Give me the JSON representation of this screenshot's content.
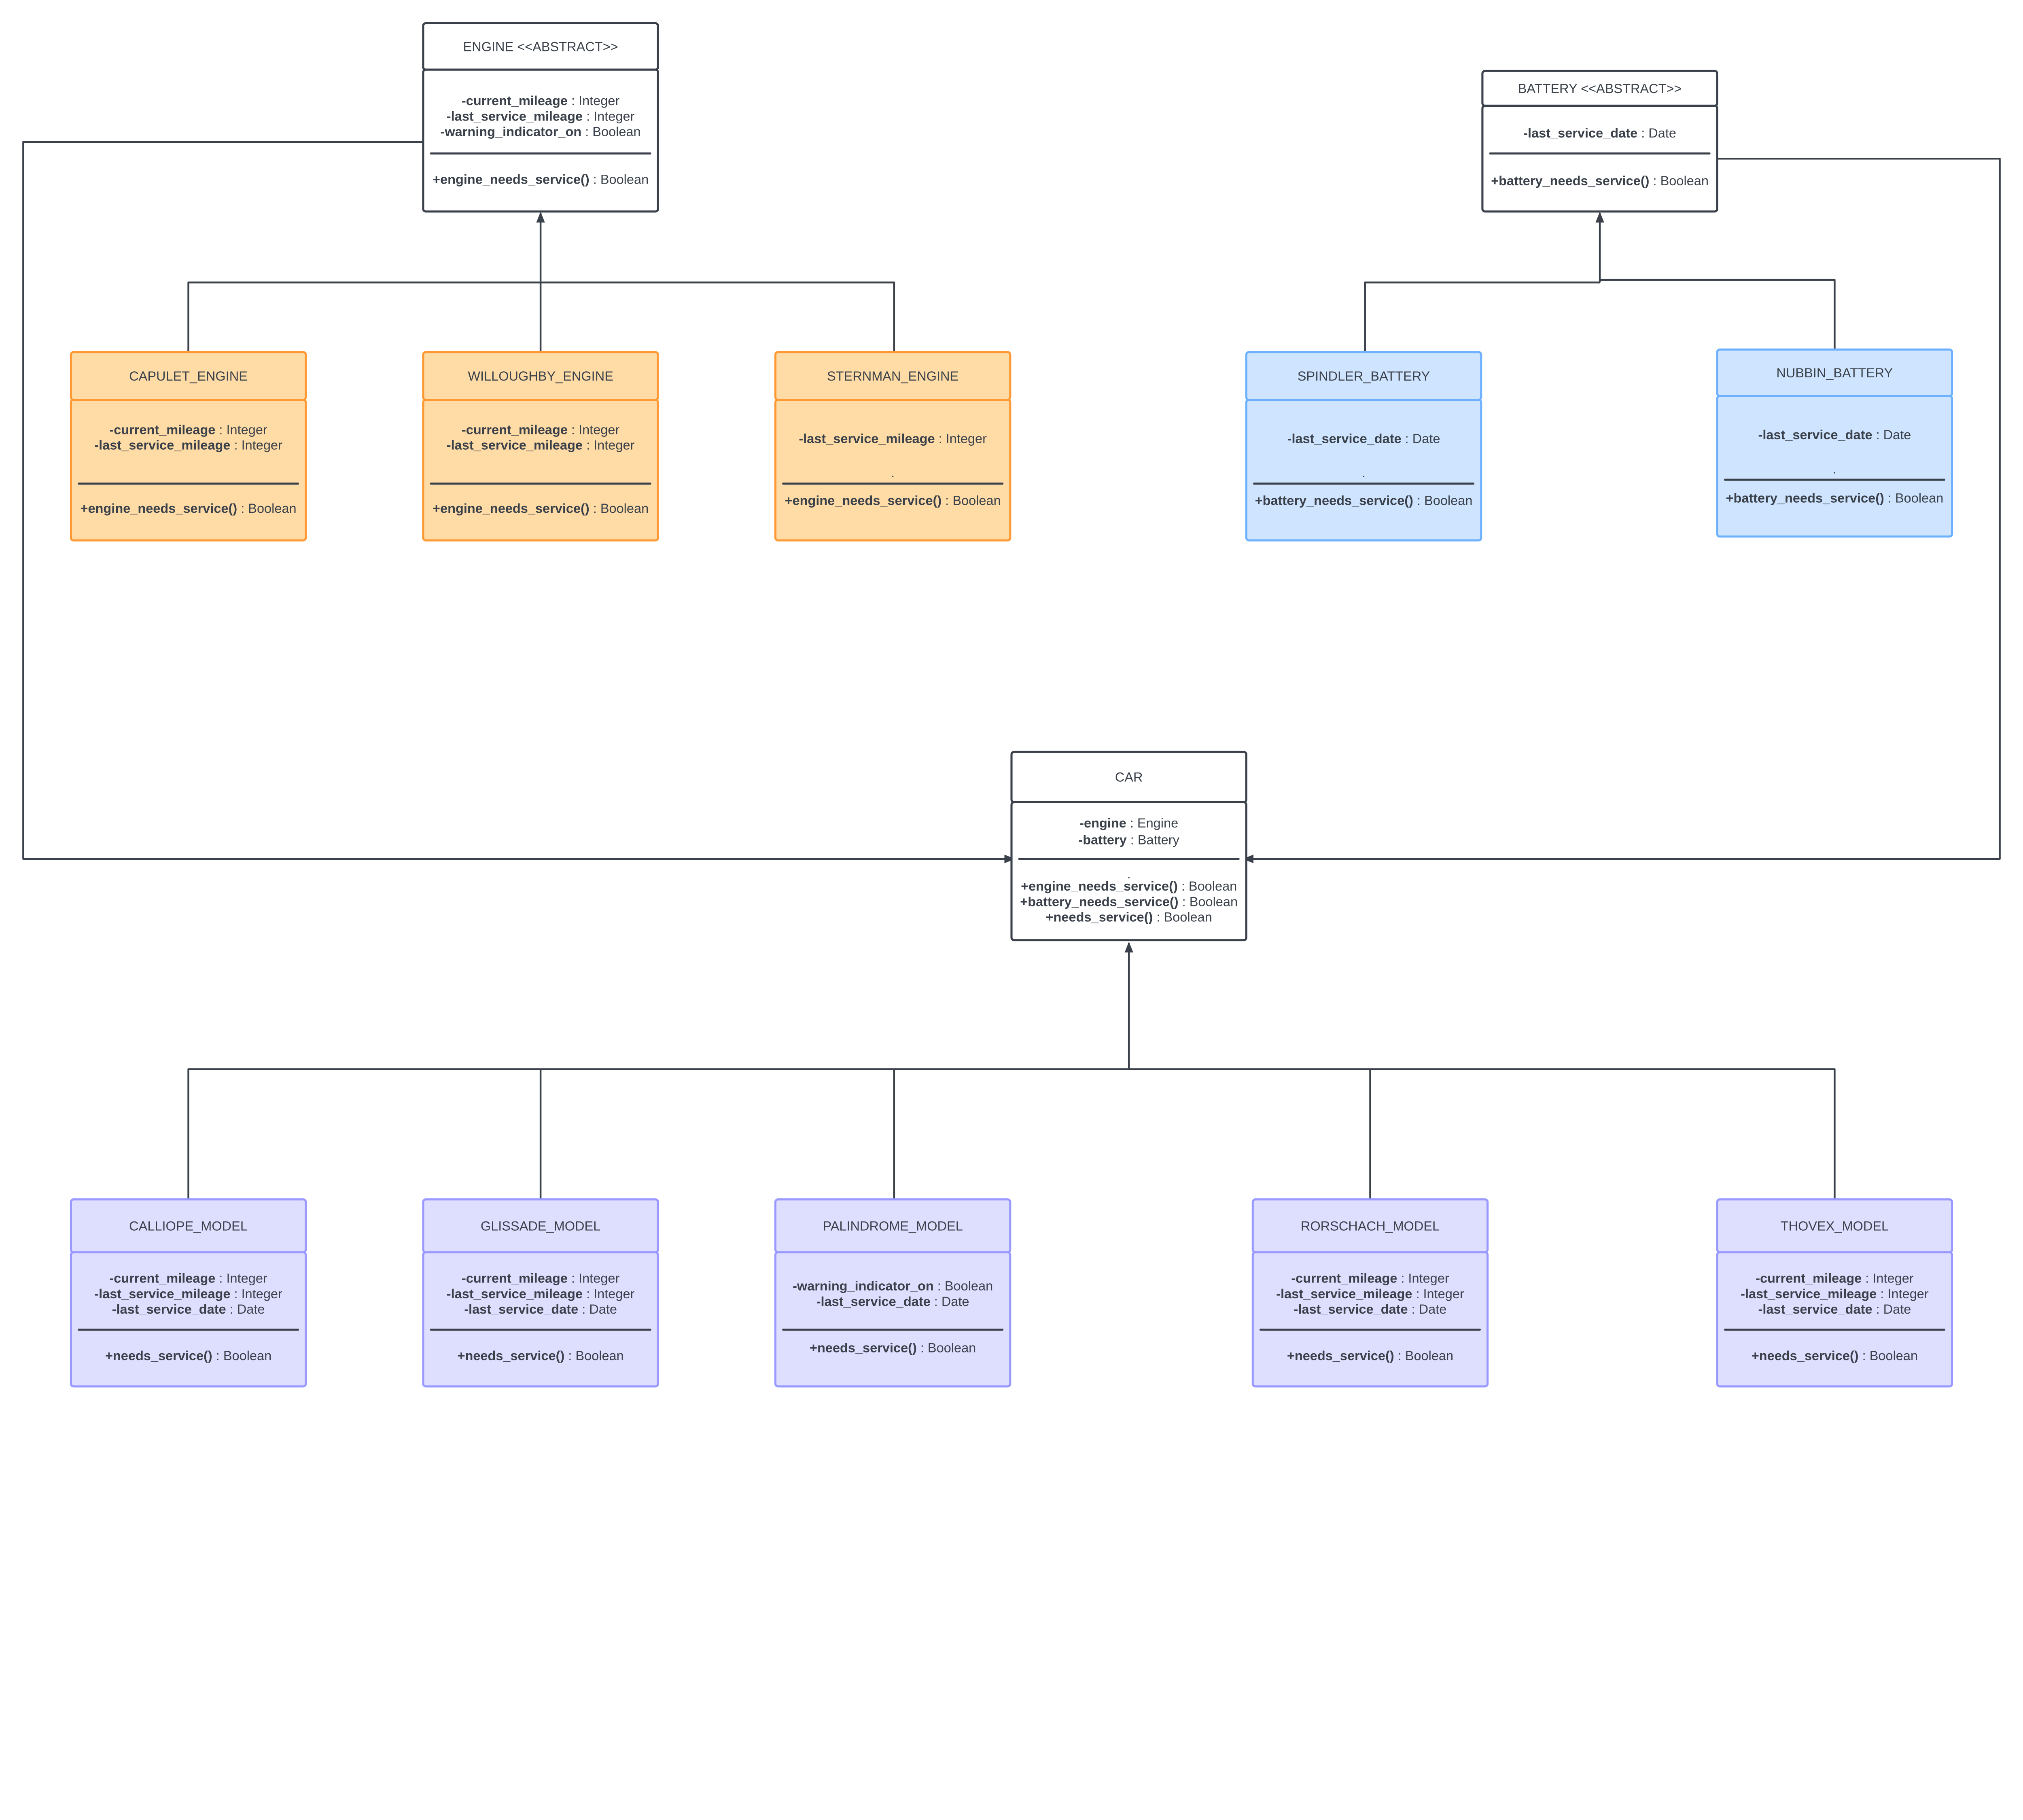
{
  "colors": {
    "text": "#3a414a",
    "abstract": {
      "fill": "#ffffff",
      "stroke": "#3a414a"
    },
    "engine": {
      "fill": "#ffdba6",
      "stroke": "#ff9933"
    },
    "battery": {
      "fill": "#cfe4ff",
      "stroke": "#6db1ff"
    },
    "model": {
      "fill": "#dedeff",
      "stroke": "#9999ff"
    }
  },
  "classes": [
    {
      "id": "engine",
      "title": "ENGINE <<ABSTRACT>>",
      "style": "abstract",
      "attributes": [
        {
          "name": "-current_mileage",
          "type": " : Integer"
        },
        {
          "name": "-last_service_mileage",
          "type": " : Integer"
        },
        {
          "name": "-warning_indicator_on",
          "type": " : Boolean"
        }
      ],
      "methods": [
        {
          "name": "+engine_needs_service()",
          "type": " : Boolean"
        }
      ]
    },
    {
      "id": "battery",
      "title": "BATTERY <<ABSTRACT>>",
      "style": "abstract",
      "attributes": [
        {
          "name": "-last_service_date",
          "type": " : Date"
        }
      ],
      "methods": [
        {
          "name": "+battery_needs_service()",
          "type": " : Boolean"
        }
      ]
    },
    {
      "id": "capulet-engine",
      "title": "CAPULET_ENGINE",
      "style": "engine",
      "attributes": [
        {
          "name": "-current_mileage",
          "type": " : Integer"
        },
        {
          "name": "-last_service_mileage",
          "type": " : Integer"
        }
      ],
      "methods": [
        {
          "name": "+engine_needs_service()",
          "type": " : Boolean"
        }
      ]
    },
    {
      "id": "willoughby-engine",
      "title": "WILLOUGHBY_ENGINE",
      "style": "engine",
      "attributes": [
        {
          "name": "-current_mileage",
          "type": " : Integer"
        },
        {
          "name": "-last_service_mileage",
          "type": " : Integer"
        }
      ],
      "methods": [
        {
          "name": "+engine_needs_service()",
          "type": " : Boolean"
        }
      ]
    },
    {
      "id": "sternman-engine",
      "title": "STERNMAN_ENGINE",
      "style": "engine",
      "attributes": [
        {
          "name": "-last_service_mileage",
          "type": " : Integer"
        }
      ],
      "dot": ".",
      "methods": [
        {
          "name": "+engine_needs_service()",
          "type": " : Boolean"
        }
      ]
    },
    {
      "id": "spindler-battery",
      "title": "SPINDLER_BATTERY",
      "style": "battery",
      "attributes": [
        {
          "name": "-last_service_date",
          "type": " : Date"
        }
      ],
      "dot": ".",
      "methods": [
        {
          "name": "+battery_needs_service()",
          "type": " : Boolean"
        }
      ]
    },
    {
      "id": "nubbin-battery",
      "title": "NUBBIN_BATTERY",
      "style": "battery",
      "attributes": [
        {
          "name": "-last_service_date",
          "type": " : Date"
        }
      ],
      "dot": ".",
      "methods": [
        {
          "name": "+battery_needs_service()",
          "type": " : Boolean"
        }
      ]
    },
    {
      "id": "car",
      "title": "CAR",
      "style": "abstract",
      "attributes": [
        {
          "name": "-engine",
          "type": " : Engine"
        },
        {
          "name": "-battery",
          "type": " : Battery"
        }
      ],
      "dot": ".",
      "methods": [
        {
          "name": "+engine_needs_service()",
          "type": " : Boolean"
        },
        {
          "name": "+battery_needs_service()",
          "type": " : Boolean"
        },
        {
          "name": "+needs_service()",
          "type": " : Boolean"
        }
      ]
    },
    {
      "id": "calliope-model",
      "title": "CALLIOPE_MODEL",
      "style": "model",
      "attributes": [
        {
          "name": "-current_mileage",
          "type": " : Integer"
        },
        {
          "name": "-last_service_mileage",
          "type": " : Integer"
        },
        {
          "name": "-last_service_date",
          "type": " : Date"
        }
      ],
      "methods": [
        {
          "name": "+needs_service()",
          "type": " : Boolean"
        }
      ]
    },
    {
      "id": "glissade-model",
      "title": "GLISSADE_MODEL",
      "style": "model",
      "attributes": [
        {
          "name": "-current_mileage",
          "type": " : Integer"
        },
        {
          "name": "-last_service_mileage",
          "type": " : Integer"
        },
        {
          "name": "-last_service_date",
          "type": " : Date"
        }
      ],
      "methods": [
        {
          "name": "+needs_service()",
          "type": " : Boolean"
        }
      ]
    },
    {
      "id": "palindrome-model",
      "title": "PALINDROME_MODEL",
      "style": "model",
      "attributes": [
        {
          "name": "-warning_indicator_on",
          "type": " : Boolean"
        },
        {
          "name": "-last_service_date",
          "type": " : Date"
        }
      ],
      "methods": [
        {
          "name": "+needs_service()",
          "type": " : Boolean"
        }
      ]
    },
    {
      "id": "rorschach-model",
      "title": "RORSCHACH_MODEL",
      "style": "model",
      "attributes": [
        {
          "name": "-current_mileage",
          "type": " : Integer"
        },
        {
          "name": "-last_service_mileage",
          "type": " : Integer"
        },
        {
          "name": "-last_service_date",
          "type": " : Date"
        }
      ],
      "methods": [
        {
          "name": "+needs_service()",
          "type": " : Boolean"
        }
      ]
    },
    {
      "id": "thovex-model",
      "title": "THOVEX_MODEL",
      "style": "model",
      "attributes": [
        {
          "name": "-current_mileage",
          "type": " : Integer"
        },
        {
          "name": "-last_service_mileage",
          "type": " : Integer"
        },
        {
          "name": "-last_service_date",
          "type": " : Date"
        }
      ],
      "methods": [
        {
          "name": "+needs_service()",
          "type": " : Boolean"
        }
      ]
    }
  ],
  "relationships": [
    {
      "type": "inheritance",
      "from": [
        "capulet-engine",
        "willoughby-engine",
        "sternman-engine"
      ],
      "to": "engine"
    },
    {
      "type": "inheritance",
      "from": [
        "spindler-battery",
        "nubbin-battery"
      ],
      "to": "battery"
    },
    {
      "type": "association",
      "from": "engine",
      "to": "car"
    },
    {
      "type": "association",
      "from": "battery",
      "to": "car"
    },
    {
      "type": "inheritance",
      "from": [
        "calliope-model",
        "glissade-model",
        "palindrome-model",
        "rorschach-model",
        "thovex-model"
      ],
      "to": "car"
    }
  ]
}
